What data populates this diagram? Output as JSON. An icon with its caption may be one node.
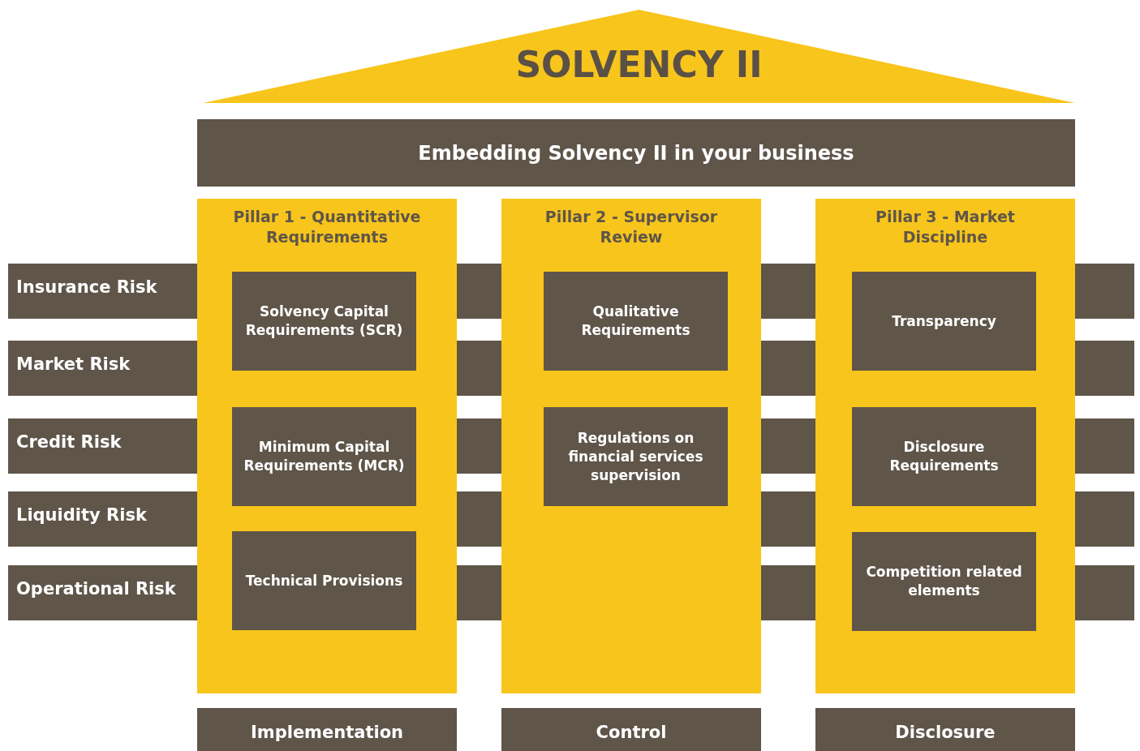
{
  "diagram": {
    "nodes": [
      {
        "text": [
          "SOLVENCY II"
        ]
      },
      {
        "text": [
          "Embedding Solvency II in your business"
        ]
      },
      {
        "text": [
          "Pillar 1 - Quantitative Requirements"
        ]
      },
      {
        "text": [
          "Solvency Capital Requirements (SCR)"
        ],
        "in": 2
      },
      {
        "text": [
          "Minimum Capital Requirements (MCR)"
        ],
        "in": 2
      },
      {
        "text": [
          "Technical Provisions"
        ],
        "in": 2
      },
      {
        "text": [
          "Pillar 2 - Supervisor Review"
        ]
      },
      {
        "text": [
          "Qualitative Requirements"
        ],
        "in": 6
      },
      {
        "text": [
          "Regulations on financial services supervision"
        ],
        "in": 6
      },
      {
        "text": [
          "Pillar 3 - Market Discipline"
        ]
      },
      {
        "text": [
          "Transparency"
        ],
        "in": 9
      },
      {
        "text": [
          "Disclosure Requirements"
        ],
        "in": 9
      },
      {
        "text": [
          "Competition related elements"
        ],
        "in": 9
      },
      {
        "text": [
          "Insurance Risk"
        ]
      },
      {
        "text": [
          "Market Risk"
        ]
      },
      {
        "text": [
          "Credit Risk"
        ]
      },
      {
        "text": [
          "Liquidity Risk"
        ]
      },
      {
        "text": [
          "Operational Risk"
        ]
      },
      {
        "text": [
          "Implementation"
        ]
      },
      {
        "text": [
          "Control"
        ]
      },
      {
        "text": [
          "Disclosure"
        ]
      },
      {
        "text": [],
        "shape": "bar"
      },
      {
        "text": [],
        "shape": "bar"
      },
      {
        "text": [],
        "shape": "bar"
      },
      {
        "text": [],
        "shape": "bar"
      },
      {
        "text": [],
        "shape": "bar"
      },
      {
        "text": [],
        "shape": "bar"
      },
      {
        "text": [],
        "shape": "bar"
      },
      {
        "text": [],
        "shape": "bar"
      },
      {
        "text": [],
        "shape": "bar"
      },
      {
        "text": [],
        "shape": "bar"
      },
      {
        "text": [],
        "shape": "bar"
      },
      {
        "text": [],
        "shape": "bar"
      },
      {
        "text": [],
        "shape": "bar"
      },
      {
        "text": [],
        "shape": "bar"
      },
      {
        "text": [],
        "shape": "bar"
      }
    ]
  }
}
